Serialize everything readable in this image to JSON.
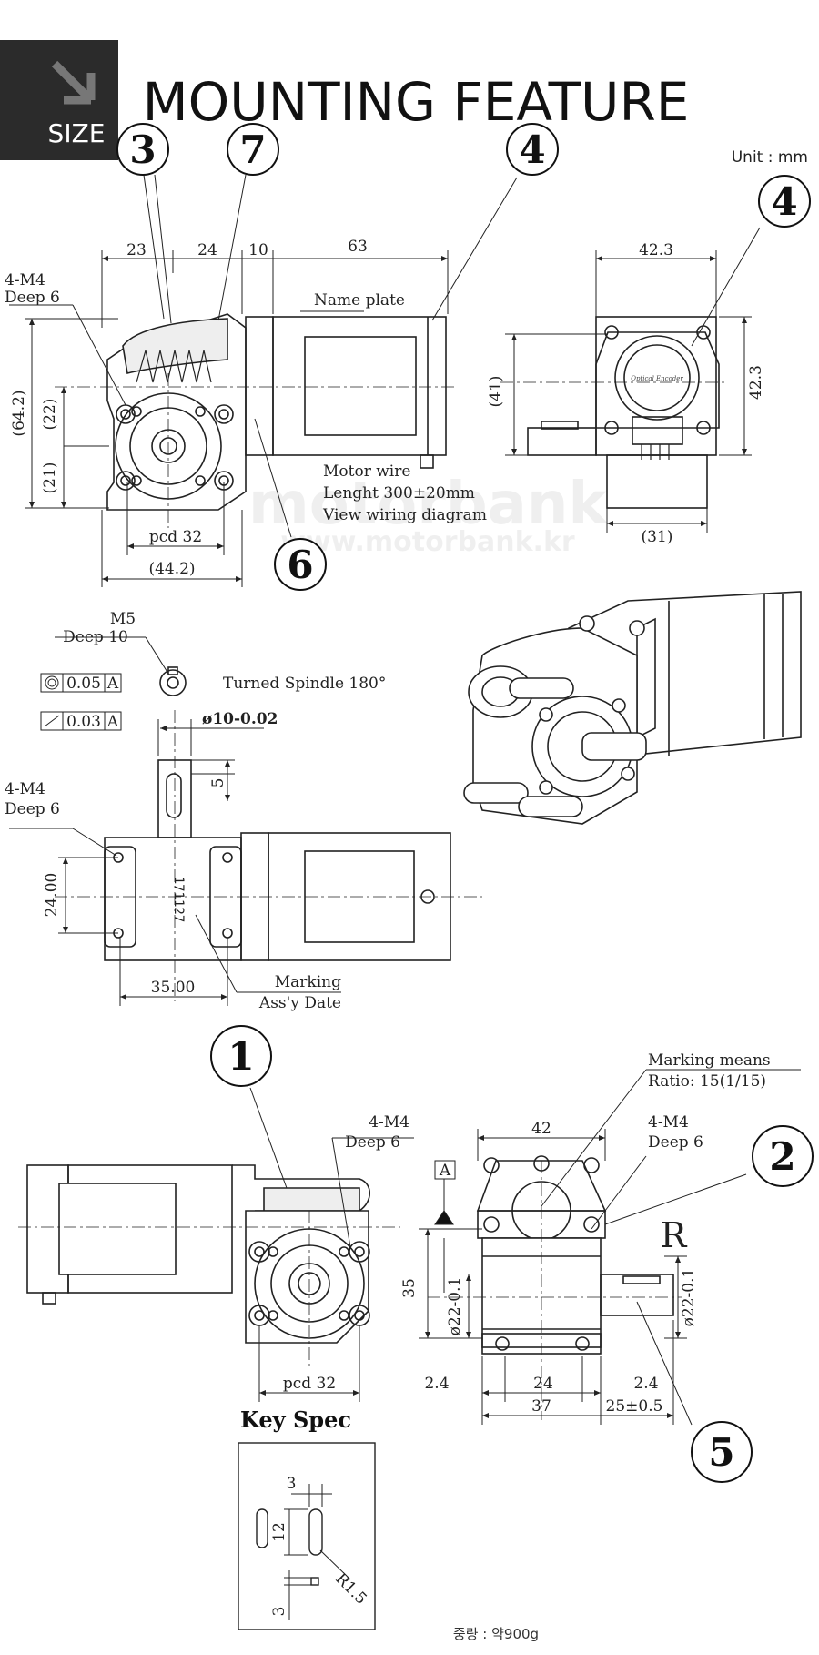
{
  "badge": {
    "label": "SIZE"
  },
  "title": "MOUNTING FEATURE",
  "unit": "Unit : mm",
  "bubbles": {
    "b1": "1",
    "b2": "2",
    "b3": "3",
    "b4": "4",
    "b5": "5",
    "b6": "6",
    "b7": "7"
  },
  "front": {
    "d23": "23",
    "d24": "24",
    "d10": "10",
    "d63": "63",
    "m4": "4-M4",
    "deep": "Deep 6",
    "d64": "(64.2)",
    "d22": "(22)",
    "d21": "(21)",
    "pcd": "pcd 32",
    "d44": "(44.2)",
    "nameplate": "Name plate",
    "wire1": "Motor wire",
    "wire2": "Lenght 300±20mm",
    "wire3": "View wiring diagram"
  },
  "side": {
    "d42w": "42.3",
    "d42h": "42.3",
    "d41": "(41)",
    "d31": "(31)"
  },
  "top": {
    "m5": "M5",
    "deep10": "Deep 10",
    "tol1": "0.05",
    "tol2": "0.03",
    "datum": "A",
    "turned": "Turned Spindle 180°",
    "shaft": "ø10-0.02",
    "d5": "5",
    "m4": "4-M4",
    "deep": "Deep 6",
    "d24": "24.00",
    "d35": "35.00",
    "mark1": "Marking",
    "mark2": "Ass'y Date",
    "serial": "171127"
  },
  "bottom": {
    "m4a": "4-M4",
    "deepa": "Deep 6",
    "pcd": "pcd 32",
    "mm1": "Marking  means",
    "mm2": "Ratio: 15(1/15)",
    "d42": "42",
    "m4b": "4-M4",
    "deepb": "Deep 6",
    "datum": "A",
    "r": "R",
    "d35": "35",
    "phiL": "ø22-0.1",
    "phiR": "ø22-0.1",
    "d24a": "2.4",
    "d24": "24",
    "d24b": "2.4",
    "d37": "37",
    "d25": "25±0.5"
  },
  "key": {
    "title": "Key Spec",
    "d3a": "3",
    "d12": "12",
    "r15": "R1.5",
    "d3b": "3"
  },
  "weight": "중량 : 약900g",
  "watermark": {
    "w1": "motorbank",
    "w2": "www.motorbank.kr"
  }
}
